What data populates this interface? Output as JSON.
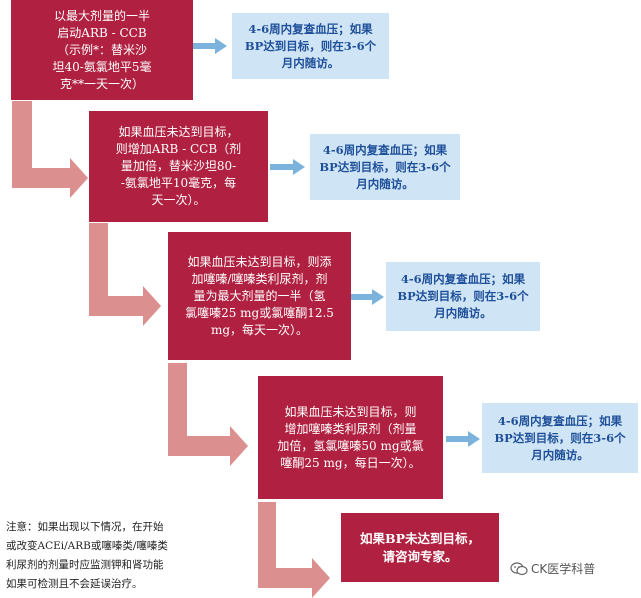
{
  "steps": [
    "以最大剂量的一半\n启动ARB - CCB\n（示例*：替米沙\n坦40-氨氯地平5毫\n克**一天一次）",
    "如果血压未达到目标，\n则增加ARB - CCB（剂\n量加倍，替米沙坦80-\n-氨氯地平10毫克，每\n天一次）。",
    "如果血压未达到目标，则添\n加噻嗪/噻嗪类利尿剂，剂\n量为最大剂量的一半（氢\n氯噻嗪25 mg或氯噻酮12.5\nmg，每天一次）。",
    "如果血压未达到目标，则\n增加噻嗪类利尿剂（剂量\n加倍，氢氯噻嗪50 mg或氯\n噻酮25 mg，每日一次）。"
  ],
  "checks": [
    "4-6周内复查血压；如果\nBP达到目标，则在3-6个\n月内随访。",
    "4-6周内复查血压；如果\nBP达到目标，则在3-6个\n月内随访。",
    "4-6周内复查血压；如果\nBP达到目标，则在3-6个\n月内随访。",
    "4-6周内复查血压；如果\nBP达到目标，则在3-6个\n月内随访。"
  ],
  "final": "如果BP未达到目标，\n请咨询专家。",
  "note": "注意：如果出现以下情况，在开始\n或改变ACEi/ARB或噻嗪类/噻嗪类\n利尿剂的剂量时应监测钾和肾功能\n如果可检测且不会延误治疗。",
  "watermark": "CK医学科普",
  "colors": {
    "step_fill": "#b02040",
    "check_fill": "#cfe4f4",
    "check_text": "#1e4f9a",
    "elbow_arrow": "#dc8f8f",
    "side_arrow": "#7cb3dc"
  }
}
